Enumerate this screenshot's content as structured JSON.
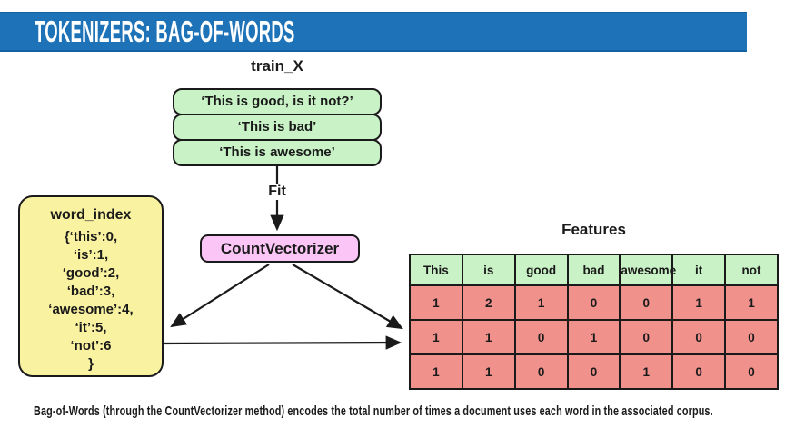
{
  "header": {
    "title": "TOKENIZERS: BAG-OF-WORDS"
  },
  "train": {
    "label": "train_X",
    "sentences": [
      "‘This is good, is it not?’",
      "‘This is bad’",
      "‘This is awesome’"
    ]
  },
  "fit_label": "Fit",
  "vectorizer_label": "CountVectorizer",
  "word_index": {
    "title": "word_index",
    "lines": [
      "{‘this’:0,",
      "‘is’:1,",
      "‘good’:2,",
      "‘bad’:3,",
      "‘awesome’:4,",
      "‘it’:5,",
      "‘not’:6",
      "}"
    ]
  },
  "features": {
    "title": "Features",
    "columns": [
      "This",
      "is",
      "good",
      "bad",
      "awesome",
      "it",
      "not"
    ],
    "rows": [
      [
        1,
        2,
        1,
        0,
        0,
        1,
        1
      ],
      [
        1,
        1,
        0,
        1,
        0,
        0,
        0
      ],
      [
        1,
        1,
        0,
        0,
        1,
        0,
        0
      ]
    ]
  },
  "caption": "Bag-of-Words (through the  CountVectorizer method) encodes the total number of times a document uses each word in the associated corpus.",
  "colors": {
    "header_bg": "#1e73b8",
    "box_green": "#c9f3c6",
    "box_yellow": "#f9f2a0",
    "box_pink": "#fbc6f5",
    "table_header_green": "#c9f3c6",
    "table_cell_salmon": "#f0918c",
    "border_black": "#1a1a1a"
  }
}
